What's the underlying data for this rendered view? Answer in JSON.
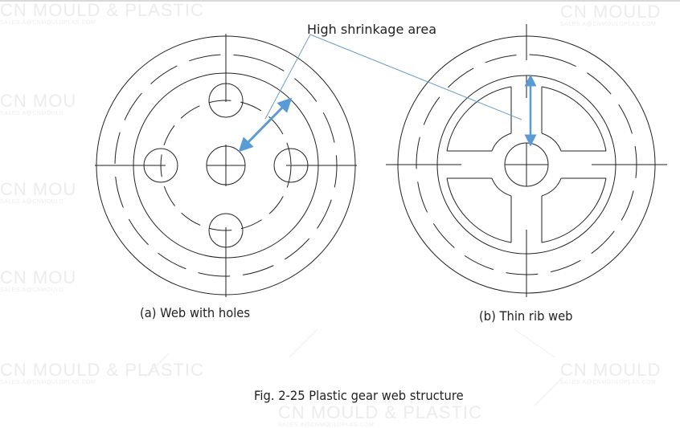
{
  "callout": {
    "text": "High shrinkage area"
  },
  "figures": [
    {
      "id": "a",
      "caption": "(a) Web with holes"
    },
    {
      "id": "b",
      "caption": "(b) Thin rib web"
    }
  ],
  "figure_caption": "Fig. 2-25 Plastic gear web structure",
  "watermark": {
    "title": "CN MOULD & PLASTIC",
    "title_short": "CN MOU",
    "title_mid": "CN MOULD",
    "email": "SALES.A@CNMOULDPLAS.COM",
    "email_short": "SALES.A@CNMOULD"
  },
  "colors": {
    "line": "#222222",
    "accent": "#5b9bd5",
    "leader": "#6a9ccb",
    "watermark": "#ececec"
  }
}
